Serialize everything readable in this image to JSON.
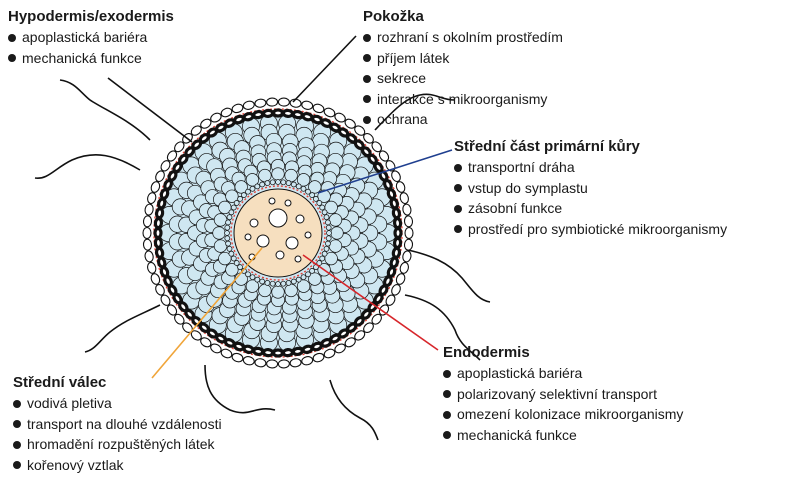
{
  "labels": {
    "hypodermis": {
      "title": "Hypodermis/exodermis",
      "items": [
        "apoplastická bariéra",
        "mechanická funkce"
      ]
    },
    "pokozka": {
      "title": "Pokožka",
      "items": [
        "rozhraní s okolním prostředím",
        "příjem látek",
        "sekrece",
        "interakce s mikroorganismy",
        "ochrana"
      ]
    },
    "kura": {
      "title": "Střední část primární kůry",
      "items": [
        "transportní dráha",
        "vstup do symplastu",
        "zásobní funkce",
        "prostředí pro symbiotické mikroorganismy"
      ]
    },
    "endodermis": {
      "title": "Endodermis",
      "items": [
        "apoplastická bariéra",
        "polarizovaný selektivní transport",
        "omezení kolonizace mikroorganismy",
        "mechanická funkce"
      ]
    },
    "valec": {
      "title": "Střední válec",
      "items": [
        "vodivá pletiva",
        "transport na dlouhé vzdálenosti",
        "hromadění rozpuštěných látek",
        "kořenový vztlak"
      ]
    }
  },
  "colors": {
    "cortex_fill": "#cfe7f1",
    "stele_fill": "#f6dfbf",
    "outline": "#111111",
    "exo_wall": "#e0453a",
    "leader_kura": "#1f3f8f",
    "leader_endodermis": "#d7262b",
    "leader_valec": "#f0a53a",
    "leader_default": "#111111"
  }
}
